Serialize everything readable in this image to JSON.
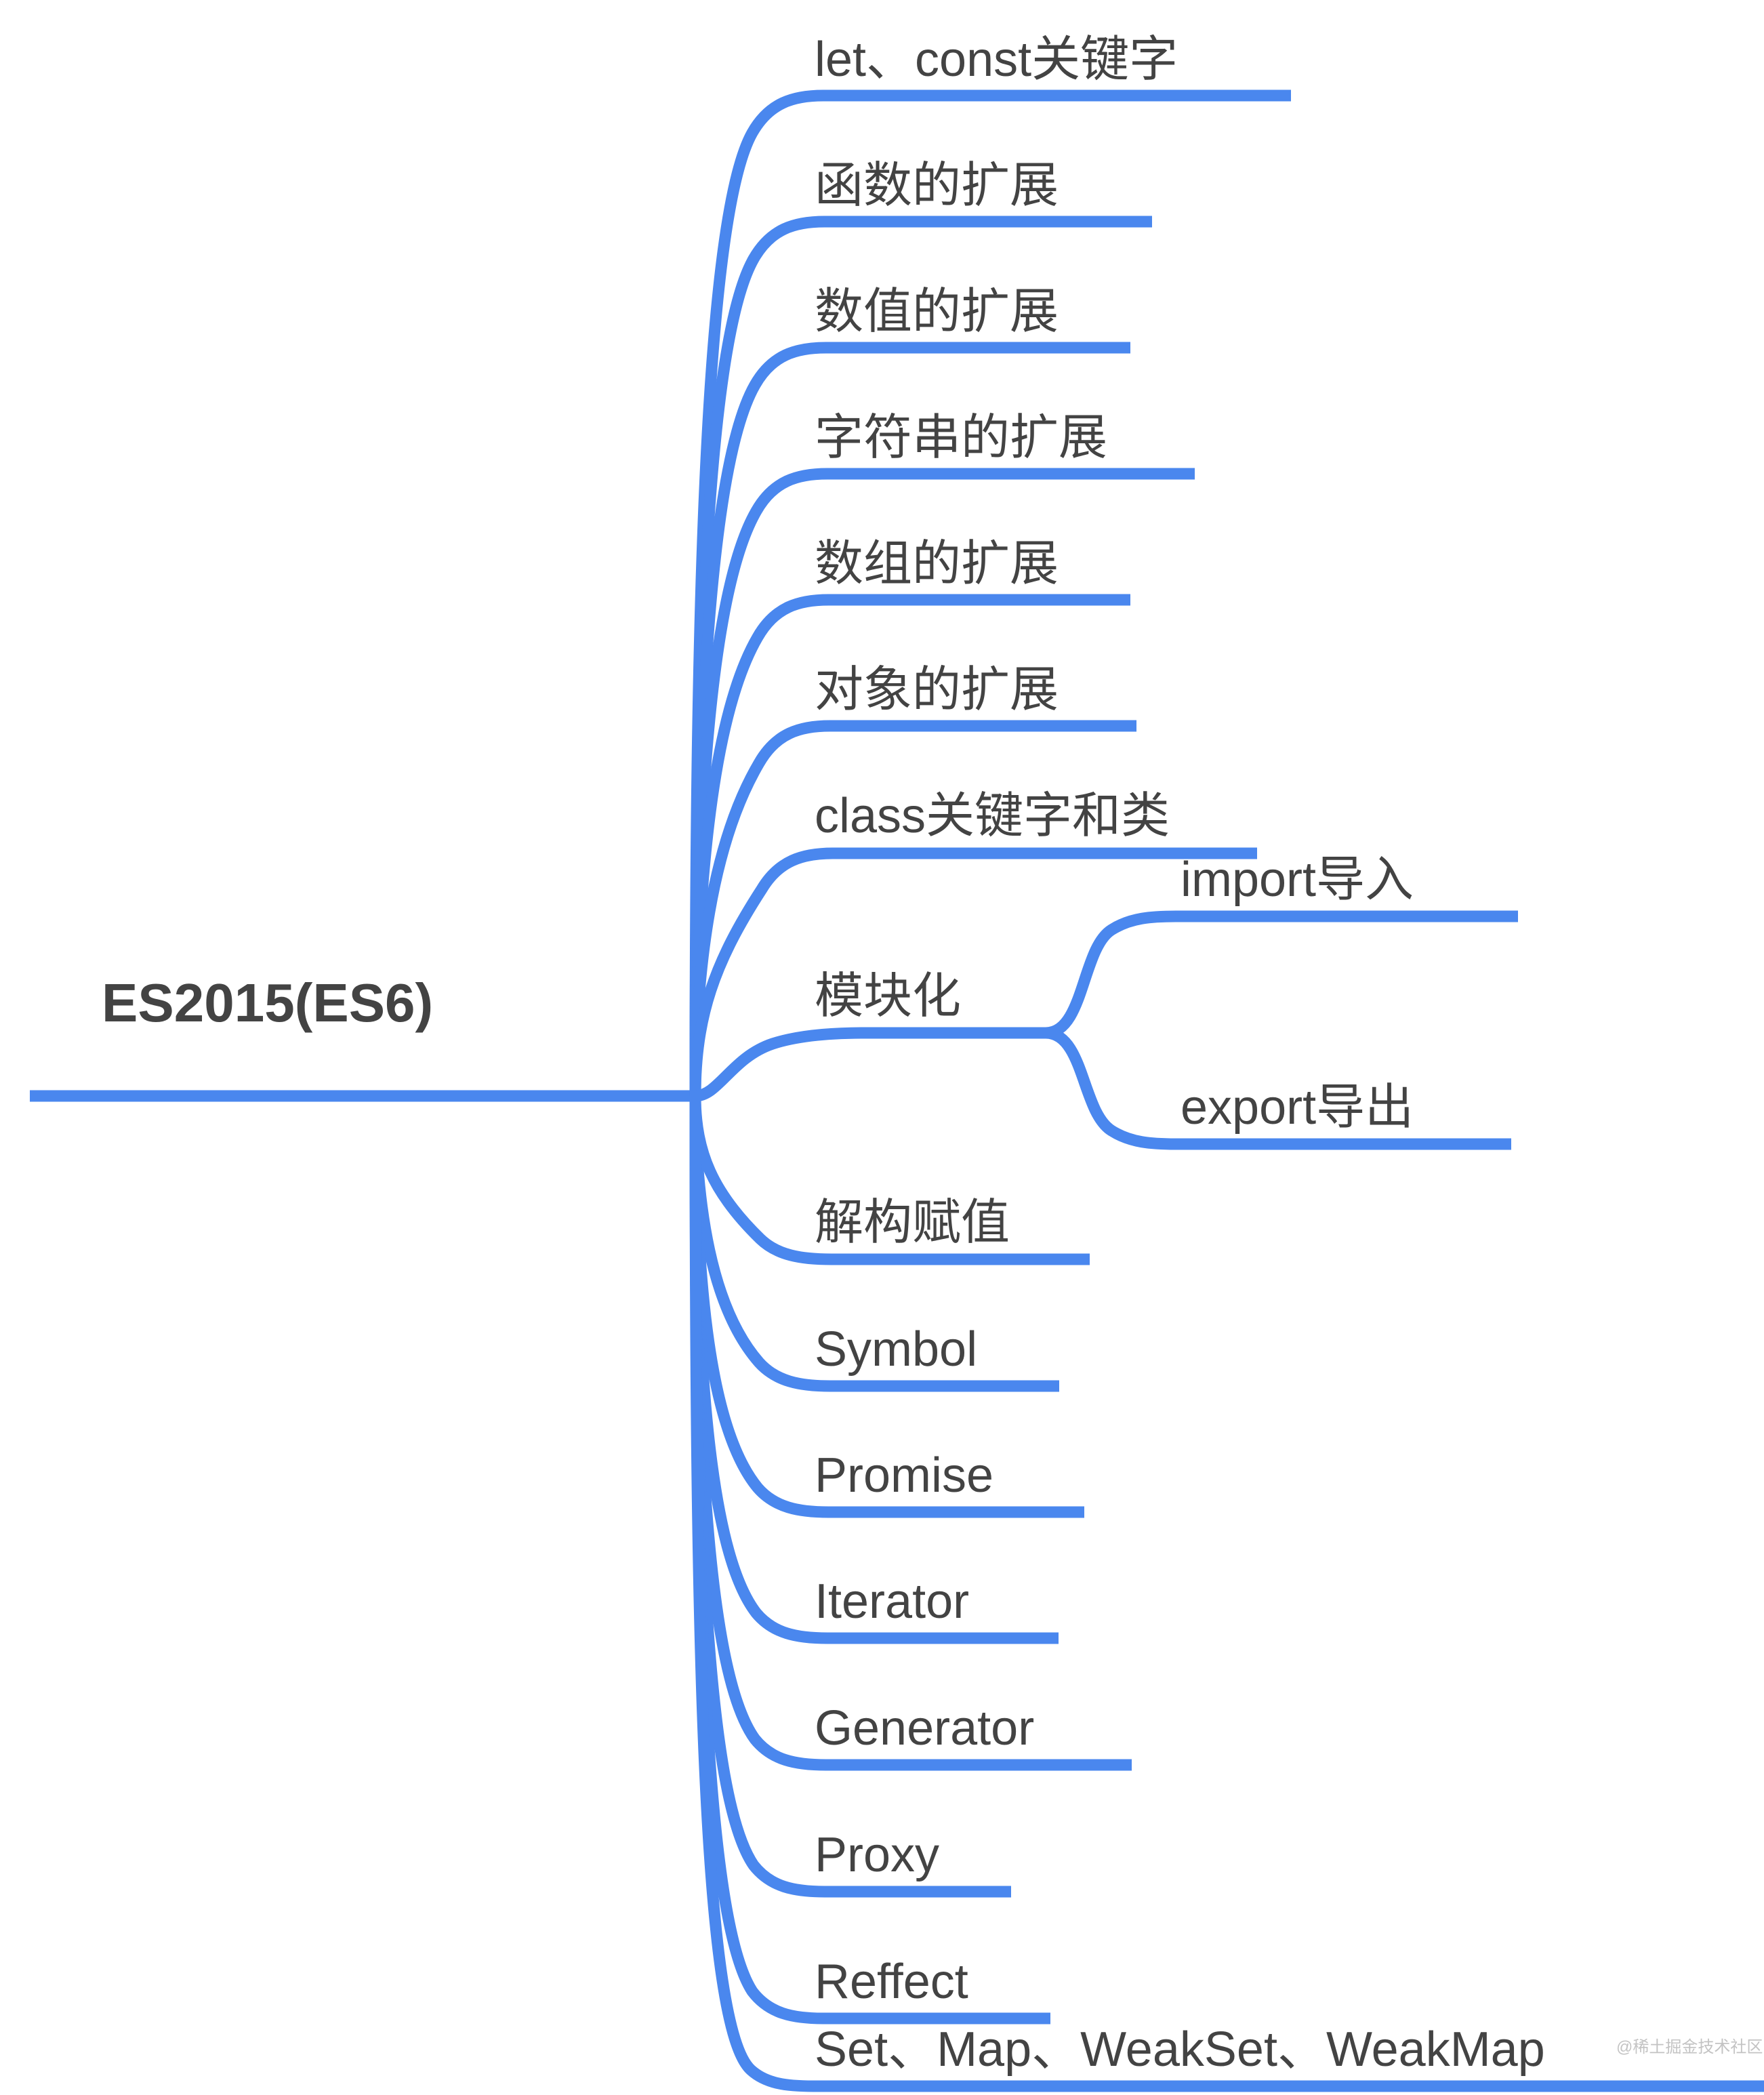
{
  "diagram": {
    "type": "mind-map",
    "title": "ES2015(ES6)",
    "accent_color": "#4a87ee",
    "text_color": "#434343",
    "background_color": "#ffffff",
    "orientation": "left-to-right",
    "root": {
      "label": "ES2015(ES6)"
    },
    "branches": [
      {
        "id": "let-const",
        "label": "let、const关键字"
      },
      {
        "id": "function-ext",
        "label": "函数的扩展"
      },
      {
        "id": "number-ext",
        "label": "数值的扩展"
      },
      {
        "id": "string-ext",
        "label": "字符串的扩展"
      },
      {
        "id": "array-ext",
        "label": "数组的扩展"
      },
      {
        "id": "object-ext",
        "label": "对象的扩展"
      },
      {
        "id": "class",
        "label": "class关键字和类"
      },
      {
        "id": "modules",
        "label": "模块化",
        "children": [
          {
            "id": "import",
            "label": "import导入"
          },
          {
            "id": "export",
            "label": "export导出"
          }
        ]
      },
      {
        "id": "destructuring",
        "label": "解构赋值"
      },
      {
        "id": "symbol",
        "label": "Symbol"
      },
      {
        "id": "promise",
        "label": "Promise"
      },
      {
        "id": "iterator",
        "label": "Iterator"
      },
      {
        "id": "generator",
        "label": "Generator"
      },
      {
        "id": "proxy",
        "label": "Proxy"
      },
      {
        "id": "reflect",
        "label": "Reffect"
      },
      {
        "id": "collections",
        "label": "Set、Map、WeakSet、WeakMap"
      }
    ],
    "watermark": "@稀土掘金技术社区"
  }
}
